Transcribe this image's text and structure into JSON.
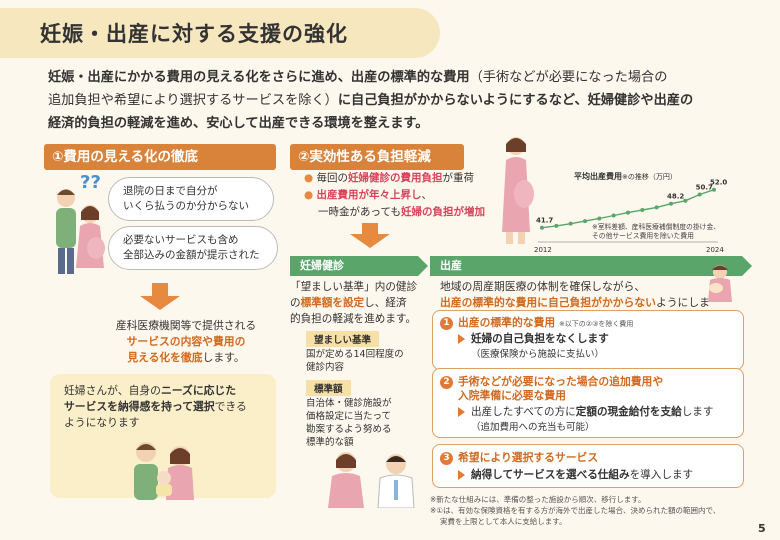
{
  "title": "妊娠・出産に対する支援の強化",
  "intro": {
    "line1_bold": "妊娠・出産にかかる費用の見える化をさらに進め、出産の標準的な費用",
    "line1_normal": "（手術などが必要になった場合の",
    "line2_normal": "追加負担や希望により選択するサービスを除く）",
    "line2_bold": "に自己負担がかからないようにするなど、妊婦健診や出産の",
    "line3": "経済的負担の軽減を進め、安心して出産できる環境を整えます。"
  },
  "section1": {
    "header": "①費用の見える化の徹底",
    "bubble1_line1": "退院の日まで自分が",
    "bubble1_line2": "いくら払うのか分からない",
    "bubble2_line1": "必要ないサービスも含め",
    "bubble2_line2": "全部込みの金額が提示された",
    "result_line1": "産科医療機関等で提供される",
    "result_line2": "サービスの内容や費用の",
    "result_line3_bold": "見える化を徹底",
    "result_line3_tail": "します。",
    "yellow_p1": "妊婦さんが、自身の",
    "yellow_p1_bold": "ニーズに応じた",
    "yellow_p2_bold": "サービスを納得感を持って選択",
    "yellow_p2_tail": "できる",
    "yellow_p3": "ようになります"
  },
  "section2": {
    "header": "②実効性ある負担軽減",
    "bullet1_pre": "毎回の",
    "bullet1_pink": "妊婦健診の費用負担",
    "bullet1_post": "が重荷",
    "bullet2_pink": "出産費用が年々上昇し",
    "bullet2_post": "、",
    "bullet3_pre": "一時金があっても",
    "bullet3_pink": "妊婦の負担が増加",
    "tab_checkup": "妊婦健診",
    "tab_birth": "出産",
    "checkup_line1": "「望ましい基準」内の健診",
    "checkup_line2_pre": "の",
    "checkup_line2_bold": "標準額を設定",
    "checkup_line2_post": "し、経済",
    "checkup_line3": "的負担の軽減を進めます。",
    "label_desirable": "望ましい基準",
    "desirable_line1": "国が定める14回程度の",
    "desirable_line2": "健診内容",
    "label_standard": "標準額",
    "standard_line1": "自治体・健診施設が",
    "standard_line2": "価格設定に当たって",
    "standard_line3": "勘案するよう努める",
    "standard_line4": "標準的な額",
    "birth_line1": "地域の周産期医療の体制を確保しながら、",
    "birth_line2_bold": "出産の標準的な費用に自己負担がかからない",
    "birth_line2_tail": "ようにします。"
  },
  "cards": [
    {
      "num": "1",
      "title": "出産の標準的な費用",
      "title_note": "※以下の②③を除く費用",
      "body_line1": "妊婦の自己負担をなくします",
      "body_line2": "（医療保険から施設に支払い）"
    },
    {
      "num": "2",
      "title_line1": "手術などが必要になった場合の追加費用や",
      "title_line2": "入院準備に必要な費用",
      "body_line1_pre": "出産したすべての方に",
      "body_line1_bold": "定額の現金給付を支給",
      "body_line1_post": "します",
      "body_line2": "（追加費用への充当も可能）"
    },
    {
      "num": "3",
      "title": "希望により選択するサービス",
      "body_line1_bold": "納得してサービスを選べる仕組み",
      "body_line1_post": "を導入します"
    }
  ],
  "notes": {
    "note1": "※新たな仕組みには、準備の整った施設から順次、移行します。",
    "note2": "※①は、有効な保険資格を有する方が海外で出産した場合、決められた額の範囲内で、",
    "note3": "実費を上限として本人に支給します。"
  },
  "chart_data": {
    "type": "line",
    "title": "平均出産費用",
    "title_note": "※の推移",
    "unit": "（万円）",
    "x": [
      "2012",
      "",
      "",
      "",
      "",
      "",
      "",
      "",
      "",
      "",
      "",
      "",
      "2024"
    ],
    "values": [
      41.7,
      42.2,
      42.8,
      43.5,
      44.2,
      45.0,
      45.8,
      46.5,
      47.2,
      48.2,
      49.0,
      50.7,
      52.0
    ],
    "data_labels": {
      "0": "41.7",
      "9": "48.2",
      "11": "50.7",
      "12": "52.0"
    },
    "x_start_label": "2012",
    "x_end_label": "2024",
    "note_line1": "※室料差額、産科医療補償制度の掛け金、",
    "note_line2": "その他サービス費用を除いた費用",
    "color": "#5aa56a"
  },
  "page_number": "5",
  "colors": {
    "accent": "#d9823a",
    "green": "#5aa56a",
    "pink": "#d8435b",
    "background": "#fdf8ee"
  }
}
